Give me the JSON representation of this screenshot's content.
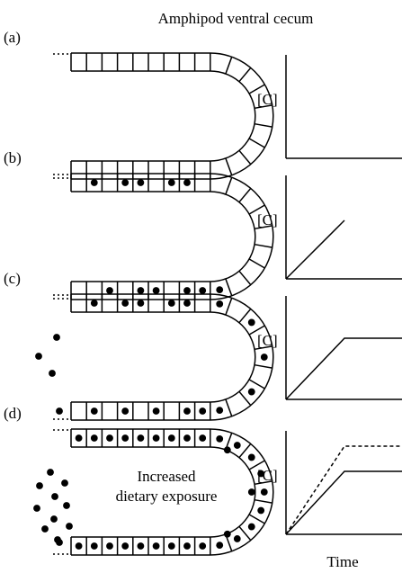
{
  "title": "Amphipod ventral cecum",
  "panels": [
    {
      "label": "(a)",
      "axis_label": "[C]",
      "particles": "none",
      "external": "none",
      "curves": [
        "flat"
      ]
    },
    {
      "label": "(b)",
      "axis_label": "[C]",
      "particles": "sparse",
      "external": "none",
      "curves": [
        "rising"
      ]
    },
    {
      "label": "(c)",
      "axis_label": "[C]",
      "particles": "sparse-plus",
      "external": "sparse",
      "curves": [
        "plateau"
      ]
    },
    {
      "label": "(d)",
      "axis_label": "[C]",
      "particles": "dense",
      "external": "dense",
      "center_text": [
        "Increased",
        "dietary exposure"
      ],
      "curves": [
        "plateau",
        "plateau-dashed"
      ]
    }
  ],
  "x_axis_label": "Time",
  "colors": {
    "ink": "#000000",
    "background": "#ffffff"
  }
}
